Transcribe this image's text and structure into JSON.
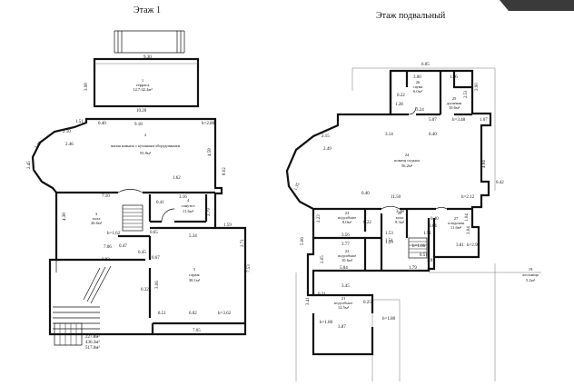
{
  "titles": {
    "first_floor": "Этаж 1",
    "basement": "Этаж подвальный"
  },
  "first_floor": {
    "rooms": [
      {
        "id": "1",
        "name": "терраса",
        "area": "12.7/42.4м²"
      },
      {
        "id": "2",
        "name": "жилая комната с кухонным оборудованием",
        "area": "55.8м²"
      },
      {
        "id": "3",
        "name": "холл",
        "area": "26.6м²"
      },
      {
        "id": "4",
        "name": "санузел",
        "area": "11.6м²"
      },
      {
        "id": "5",
        "name": "гараж",
        "area": "38.1м²"
      }
    ],
    "dims": [
      "9.30",
      "3.98",
      "10.20",
      "9.18",
      "h=2.80",
      "1.51",
      "0.40",
      "2.10",
      "2.46",
      "1.45",
      "2.45",
      "4.58",
      "1.62",
      "8.02",
      "7.10",
      "0.41",
      "3.16",
      "2.79",
      "5.34",
      "1.59",
      "h=1.62",
      "0.65",
      "7.06",
      "0.47",
      "0.45",
      "0.67",
      "4.38",
      "8.51",
      "6.02",
      "h=3.62",
      "7.05",
      "3.06",
      "7.53",
      "0.32",
      "0.92",
      "2.71"
    ],
    "totals": [
      "227.8м²",
      "436.3м²",
      "517.0м²"
    ]
  },
  "basement": {
    "rooms": [
      {
        "id": "24",
        "name": "помещ отдыха",
        "area": "56.2м²"
      },
      {
        "id": "26",
        "name": "сауна",
        "area": "6.0м²"
      },
      {
        "id": "25",
        "name": "душевая",
        "area": "10.6м²"
      },
      {
        "id": "23",
        "name": "подсобное",
        "area": "8.0м²"
      },
      {
        "id": "20",
        "name": "холл",
        "area": "9.3м²"
      },
      {
        "id": "22",
        "name": "подсобное",
        "area": "10.6м²"
      },
      {
        "id": "27",
        "name": "кладовая",
        "area": "11.6м²"
      },
      {
        "id": "21",
        "name": "подсобное",
        "area": "12.5м²"
      },
      {
        "id": "19",
        "name": "лестница",
        "area": "5.2м²"
      }
    ],
    "dims": [
      "6.05",
      "3.00",
      "1.86",
      "0.22",
      "1.28",
      "3.24",
      "2.51",
      "3.90",
      "5.07",
      "h=3.48",
      "1.07",
      "2.15",
      "3.14",
      "0.40",
      "2.49",
      "4.84",
      "1.35",
      "0.42",
      "11.50",
      "0.40",
      "h=2.12",
      "2.23",
      "3.18",
      "0.40",
      "0.22",
      "3.56",
      "1.53",
      "1.51",
      "3.77",
      "1.29",
      "h=1.06",
      "3.91",
      "3.81",
      "h=2.90",
      "5.06",
      "2.05",
      "5.04",
      "1.79",
      "3.45",
      "0.21",
      "0.25",
      "3.41",
      "h=1.80",
      "3.87",
      "h=1.80",
      "0.51",
      "1.51",
      "1.04",
      "3.04",
      "0.64"
    ]
  }
}
